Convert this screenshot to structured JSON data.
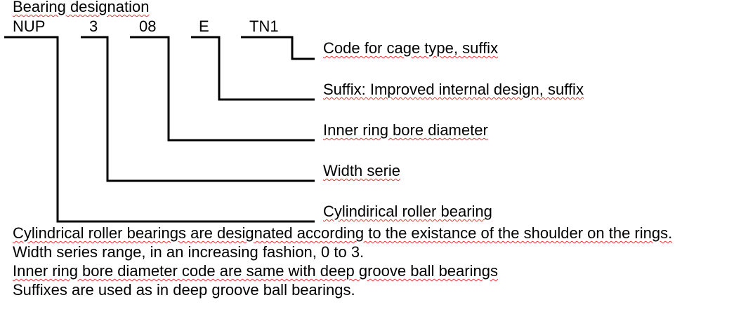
{
  "header": {
    "title": "Bearing designation"
  },
  "codes": [
    "NUP",
    "3",
    "08",
    "E",
    "TN1"
  ],
  "labels": [
    "Code for cage type, suffix",
    "Suffix: Improved internal design, suffix",
    "Inner ring bore diameter",
    "Width serie",
    "Cylindirical roller bearing"
  ],
  "notes": [
    "Cylindrical roller bearings are designated according to the existance of the shoulder on the rings.",
    "Width series range, in an increasing fashion, 0 to 3.",
    "Inner ring bore diameter code are same with deep groove ball bearings",
    "Suffixes are used as in deep groove ball bearings."
  ]
}
